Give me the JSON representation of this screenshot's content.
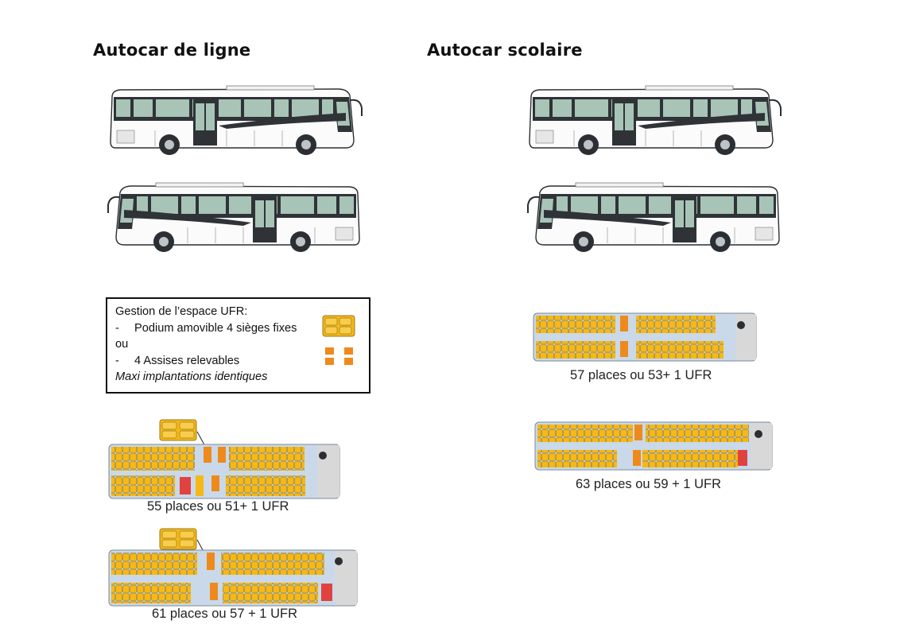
{
  "columns": {
    "left": {
      "heading": "Autocar de ligne"
    },
    "right": {
      "heading": "Autocar scolaire"
    }
  },
  "ufr_box": {
    "title": "Gestion de l’espace UFR:",
    "dash": "-",
    "option1": "Podium amovible 4 sièges fixes",
    "or": "ou",
    "option2": "4 Assises relevables",
    "note": "Maxi implantations identiques"
  },
  "layouts": {
    "left_55": {
      "caption": "55 places ou 51+ 1 UFR"
    },
    "left_61": {
      "caption": "61 places ou 57 + 1 UFR"
    },
    "right_57": {
      "caption": "57 places ou 53+ 1 UFR"
    },
    "right_63": {
      "caption": "63 places ou 59 + 1 UFR"
    }
  },
  "colors": {
    "seat": "#f5b817",
    "seat_ufr": "#ee8a1c",
    "seat_special": "#e0433f",
    "floor": "#c9d9ea",
    "window_glass": "#a8c4b7",
    "frame": "#2b2f33"
  }
}
